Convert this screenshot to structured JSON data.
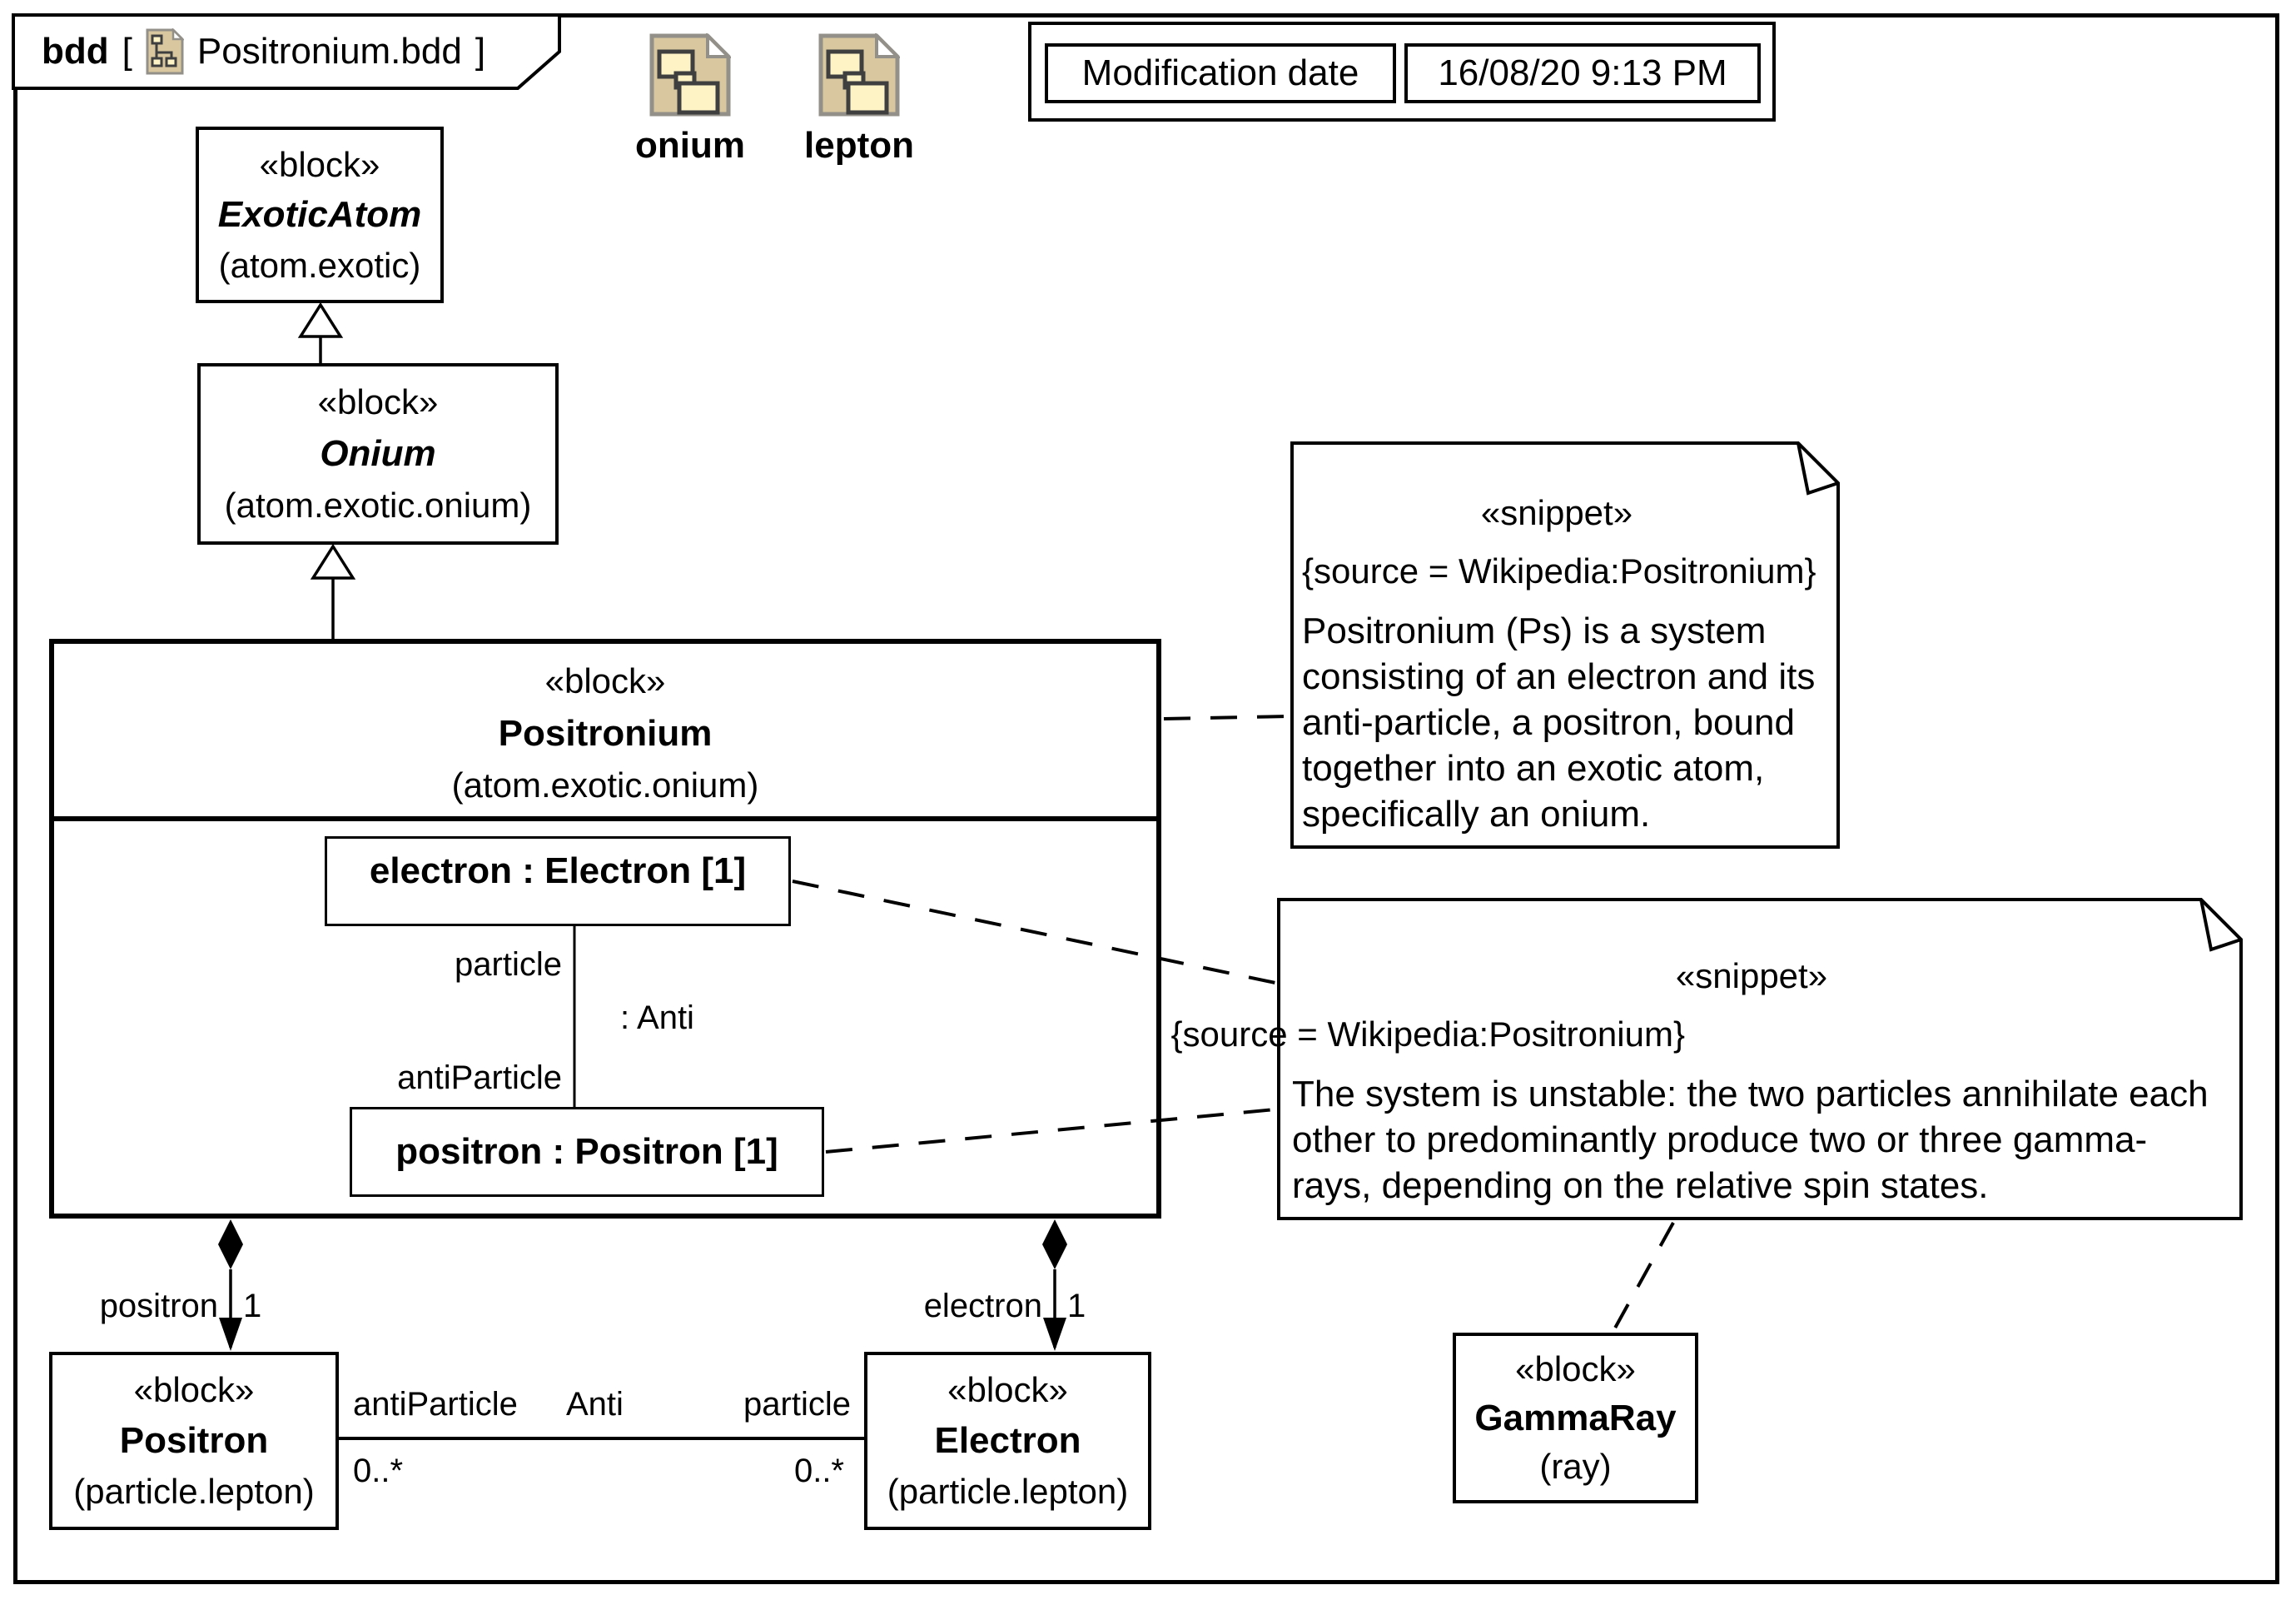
{
  "tab": {
    "kind": "bdd",
    "open_bracket": "[",
    "diagram_name": "Positronium.bdd",
    "close_bracket": "]"
  },
  "modification": {
    "label": "Modification date",
    "value": "16/08/20 9:13 PM"
  },
  "packages": [
    {
      "name": "onium"
    },
    {
      "name": "lepton"
    }
  ],
  "blocks": {
    "exoticAtom": {
      "stereotype": "«block»",
      "name": "ExoticAtom",
      "ns": "(atom.exotic)"
    },
    "onium": {
      "stereotype": "«block»",
      "name": "Onium",
      "ns": "(atom.exotic.onium)"
    },
    "positronium": {
      "stereotype": "«block»",
      "name": "Positronium",
      "ns": "(atom.exotic.onium)"
    },
    "positron": {
      "stereotype": "«block»",
      "name": "Positron",
      "ns": "(particle.lepton)"
    },
    "electron": {
      "stereotype": "«block»",
      "name": "Electron",
      "ns": "(particle.lepton)"
    },
    "gammaRay": {
      "stereotype": "«block»",
      "name": "GammaRay",
      "ns": "(ray)"
    }
  },
  "parts": {
    "electron": "electron : Electron [1]",
    "positron": "positron : Positron [1]"
  },
  "partConnector": {
    "topRole": "particle",
    "name": ": Anti",
    "bottomRole": "antiParticle"
  },
  "compositions": {
    "positron": {
      "role": "positron",
      "multiplicity": "1"
    },
    "electron": {
      "role": "electron",
      "multiplicity": "1"
    }
  },
  "antiAssociation": {
    "name": "Anti",
    "leftRole": "antiParticle",
    "leftMultiplicity": "0..*",
    "rightRole": "particle",
    "rightMultiplicity": "0..*"
  },
  "snippets": [
    {
      "stereotype": "«snippet»",
      "source": "{source = Wikipedia:Positronium}",
      "text": "Positronium (Ps) is a system consisting of an electron and its anti-particle, a positron, bound together into an exotic atom, specifically an onium."
    },
    {
      "stereotype": "«snippet»",
      "source": "{source = Wikipedia:Positronium}",
      "text": "The system is unstable: the two particles annihilate each other to predominantly produce two or three gamma-rays, depending on the relative spin states."
    }
  ],
  "colors": {
    "ink": "#000000",
    "package_fill": "#d9c89f",
    "package_inner_fill": "#fdf3c4",
    "package_border": "#93908a",
    "icon_rect_border": "#3f3f3f"
  }
}
